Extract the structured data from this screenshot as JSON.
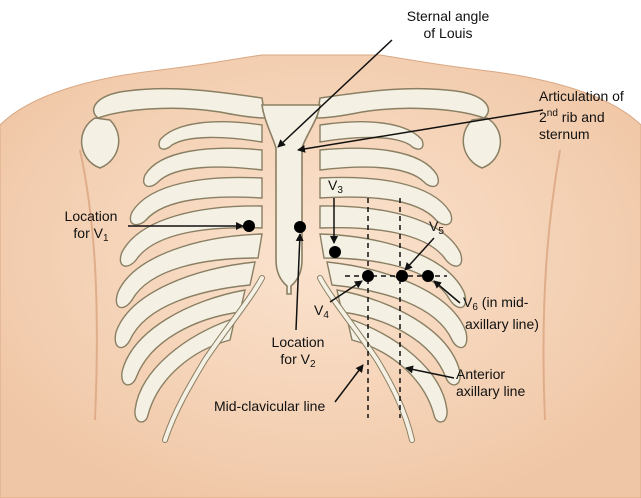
{
  "labels": {
    "sternal_angle": [
      "Sternal angle",
      "of Louis"
    ],
    "articulation_line1": "Articulation of",
    "articulation_line2_pre": "2",
    "articulation_line2_sup": "nd",
    "articulation_line2_post": " rib and",
    "articulation_line3": "sternum",
    "location_v1_line1": "Location",
    "location_v1_line2_pre": "for V",
    "location_v1_sub": "1",
    "location_v2_line1": "Location",
    "location_v2_line2_pre": "for V",
    "location_v2_sub": "2",
    "v3_pre": "V",
    "v3_sub": "3",
    "v4_pre": "V",
    "v4_sub": "4",
    "v5_pre": "V",
    "v5_sub": "5",
    "v6_pre": "V",
    "v6_sub": "6",
    "v6_post": " (in mid-",
    "v6_line2": "axillary line)",
    "anterior_axillary": [
      "Anterior",
      "axillary line"
    ],
    "mid_clavicular": "Mid-clavicular line"
  },
  "colors": {
    "skin": "#f6d6bd",
    "skin_shade": "#e9b896",
    "bone": "#f4f1e4",
    "bone_outline": "#8a7f63",
    "electrode": "#000000",
    "leader_line": "#111111"
  }
}
